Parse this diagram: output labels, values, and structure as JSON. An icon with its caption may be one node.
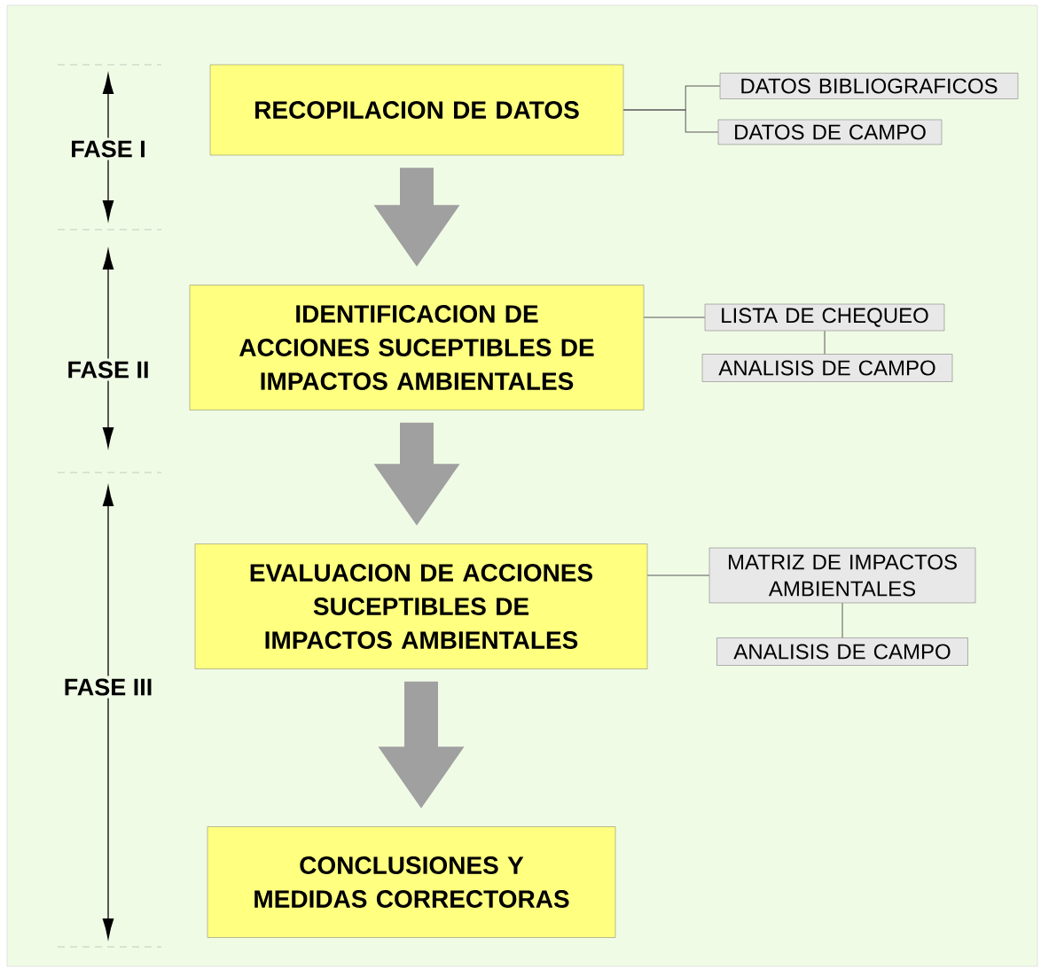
{
  "diagram": {
    "nodes": [
      {
        "text": [
          "RECOPILACION DE DATOS"
        ]
      },
      {
        "text": [
          "DATOS BIBLIOGRAFICOS"
        ]
      },
      {
        "text": [
          "DATOS DE CAMPO"
        ]
      },
      {
        "text": [
          "IDENTIFICACION DE ACCIONES SUCEPTIBLES DE IMPACTOS AMBIENTALES"
        ]
      },
      {
        "text": [
          "LISTA DE CHEQUEO"
        ]
      },
      {
        "text": [
          "ANALISIS DE CAMPO"
        ]
      },
      {
        "text": [
          "EVALUACION DE ACCIONES SUCEPTIBLES DE IMPACTOS AMBIENTALES"
        ]
      },
      {
        "text": [
          "MATRIZ DE IMPACTOS AMBIENTALES"
        ]
      },
      {
        "text": [
          "ANALISIS DE CAMPO"
        ]
      },
      {
        "text": [
          "CONCLUSIONES Y MEDIDAS CORRECTORAS"
        ]
      }
    ],
    "edges": [
      {
        "from": 0,
        "to": 3,
        "arrow": "to",
        "style": "thick",
        "color": "#a0a0a0"
      },
      {
        "from": 3,
        "to": 6,
        "arrow": "to",
        "style": "thick",
        "color": "#a0a0a0"
      },
      {
        "from": 6,
        "to": 9,
        "arrow": "to",
        "style": "thick",
        "color": "#a0a0a0"
      },
      {
        "from": 0,
        "to": 1,
        "arrow": "none"
      },
      {
        "from": 0,
        "to": 2,
        "arrow": "none"
      },
      {
        "from": 3,
        "to": 4,
        "arrow": "none"
      },
      {
        "from": 4,
        "to": 5,
        "arrow": "none"
      },
      {
        "from": 6,
        "to": 7,
        "arrow": "none"
      },
      {
        "from": 7,
        "to": 8,
        "arrow": "none"
      }
    ],
    "labels": [
      "FASE I",
      "FASE II",
      "FASE III"
    ]
  }
}
